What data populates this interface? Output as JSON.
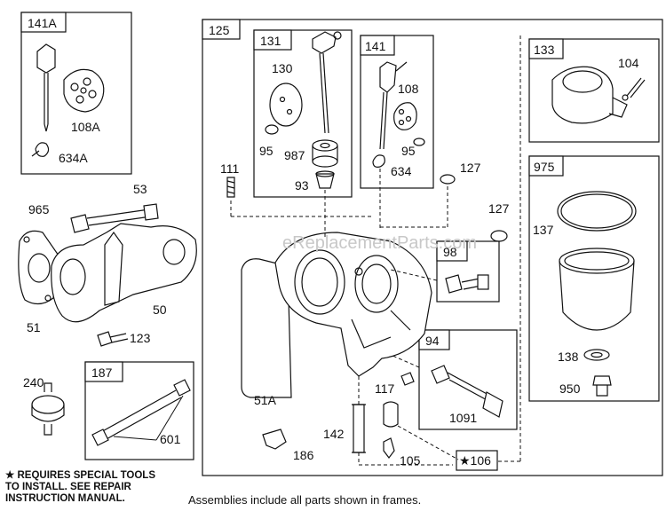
{
  "watermark": "eReplacementParts.com",
  "frames": {
    "f141A": "141A",
    "f125": "125",
    "f131": "131",
    "f141": "141",
    "f133": "133",
    "f975": "975",
    "f98": "98",
    "f94": "94",
    "f187": "187",
    "f106": "★106"
  },
  "parts": {
    "p108A": "108A",
    "p634A": "634A",
    "p130": "130",
    "p95a": "95",
    "p987": "987",
    "p93": "93",
    "p108": "108",
    "p95b": "95",
    "p634": "634",
    "p104": "104",
    "p111": "111",
    "p127a": "127",
    "p127b": "127",
    "p137": "137",
    "p138": "138",
    "p950": "950",
    "p965": "965",
    "p53": "53",
    "p51": "51",
    "p50": "50",
    "p123": "123",
    "p240": "240",
    "p601": "601",
    "p51A": "51A",
    "p117": "117",
    "p1091": "1091",
    "p142": "142",
    "p186": "186",
    "p105": "105"
  },
  "notes": {
    "tools_line1": "★ REQUIRES SPECIAL TOOLS",
    "tools_line2": "TO INSTALL.  SEE REPAIR",
    "tools_line3": "INSTRUCTION MANUAL.",
    "assemblies": "Assemblies include all parts shown in frames."
  }
}
